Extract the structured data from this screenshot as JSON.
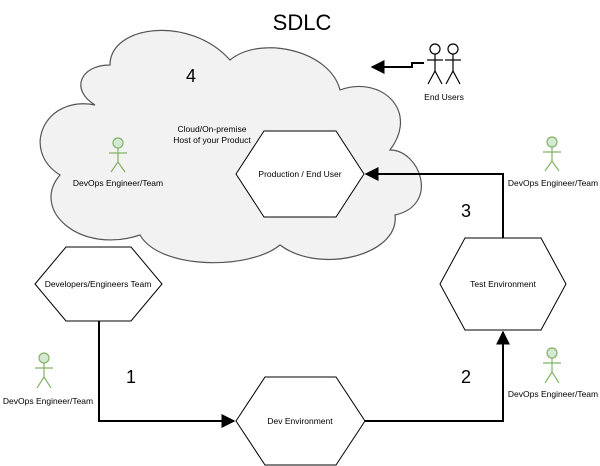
{
  "diagram": {
    "title": "SDLC",
    "cloud_label": "Cloud/On-premise\nHost of your Product",
    "nodes": {
      "developers": "Developers/Engineers Team",
      "dev_env": "Dev Environment",
      "test_env": "Test Environment",
      "production": "Production / End User"
    },
    "steps": [
      "1",
      "2",
      "3",
      "4"
    ],
    "actors": {
      "end_users": "End Users",
      "devops_cloud": "DevOps Engineer/Team",
      "devops_right_top": "DevOps Engineer/Team",
      "devops_right_bottom": "DevOps Engineer/Team",
      "devops_left": "DevOps Engineer/Team"
    }
  }
}
